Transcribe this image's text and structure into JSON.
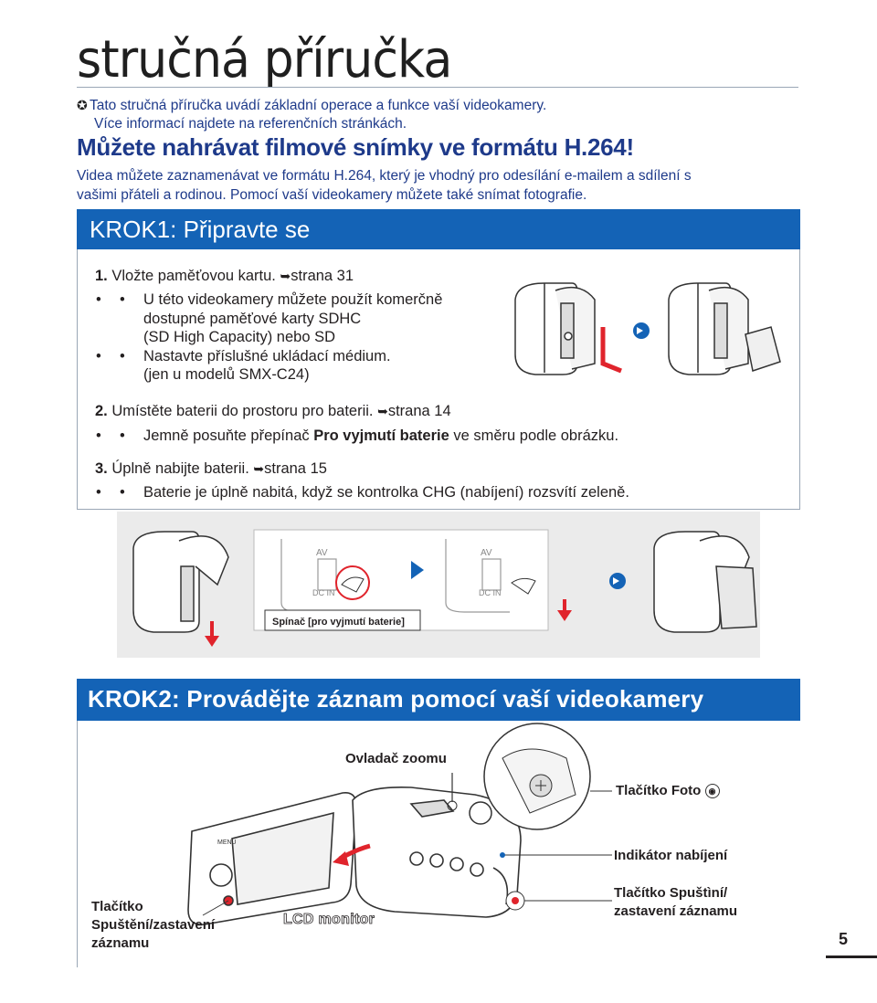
{
  "title": "stručná příručka",
  "intro": {
    "line1": "Tato stručná příručka uvádí základní operace a funkce vaší videokamery.",
    "line2": "Více informací najdete na referenčních stránkách."
  },
  "h264": {
    "heading": "Můžete nahrávat filmové snímky ve formátu H.264!",
    "line1": "Videa můžete zaznamenávat ve formátu H.264, který je vhodný pro odesílání e-mailem a sdílení s",
    "line2": "vašimi přáteli a rodinou. Pomocí vaší videokamery můžete také snímat fotografie."
  },
  "krok1": {
    "title": "KROK1: Připravte se",
    "steps": [
      {
        "num": "1.",
        "text": "Vložte paměťovou kartu.",
        "ref": "strana 31"
      },
      {
        "num": "2.",
        "text": "Umístěte baterii do prostoru pro baterii.",
        "ref": "strana 14"
      },
      {
        "num": "3.",
        "text": "Úplně nabijte baterii.",
        "ref": "strana 15"
      }
    ],
    "step1_bullets": [
      "U této videokamery můžete použít komerčně",
      "dostupné paměťové karty SDHC",
      "(SD High Capacity) nebo SD",
      "Nastavte příslušné ukládací médium.",
      "(jen u modelů SMX-C24)"
    ],
    "step2_bullet_pre": "Jemně posuňte přepínač ",
    "step2_bullet_bold": "Pro vyjmutí baterie",
    "step2_bullet_post": " ve směru podle obrázku.",
    "step3_bullet": "Baterie je úplně nabitá, když se kontrolka CHG (nabíjení) rozsvítí zeleně.",
    "illus_caption": "Spínač [pro vyjmutí baterie]",
    "illus_av": "AV",
    "illus_dcin": "DC IN"
  },
  "krok2": {
    "title": "KROK2: Provádějte záznam pomocí vaší videokamery",
    "labels": {
      "zoom": "Ovladač zoomu",
      "photo": "Tlačítko Foto",
      "charge": "Indikátor nabíjení",
      "rec_right_1": "Tlačítko Spuštìní/",
      "rec_right_2": "zastavení záznamu",
      "rec_left_1": "Tlačítko",
      "rec_left_2": "Spuštění/zastavení",
      "rec_left_3": "záznamu",
      "lcd": "LCD monitor",
      "menu": "MENU"
    }
  },
  "page_number": "5",
  "colors": {
    "accent": "#1463b6",
    "text_blue": "#1e3a8a",
    "arrow_red": "#e0242c"
  }
}
